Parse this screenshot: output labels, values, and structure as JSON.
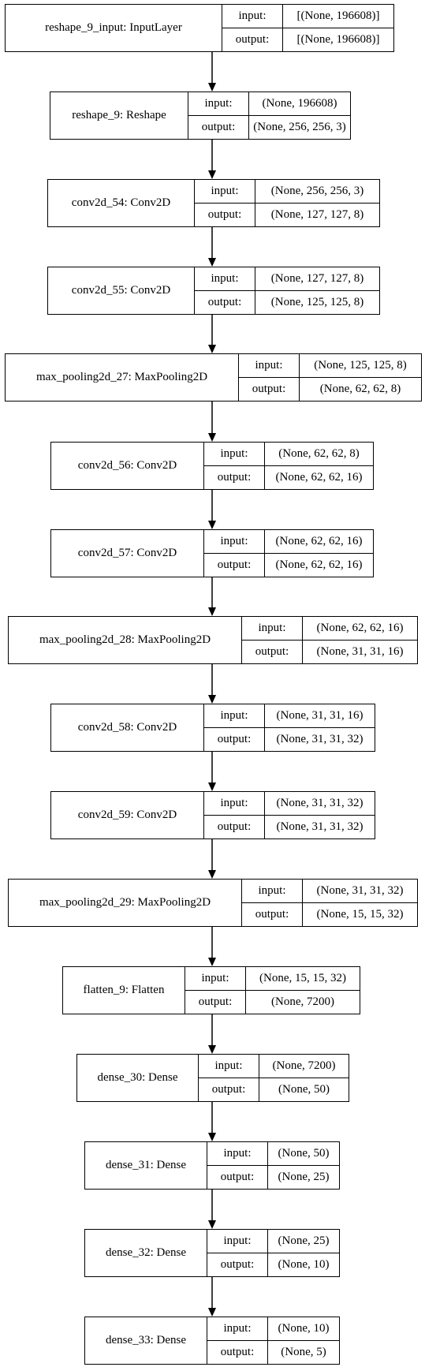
{
  "labels": {
    "input": "input:",
    "output": "output:"
  },
  "layers": [
    {
      "name": "reshape_9_input: InputLayer",
      "input": "[(None, 196608)]",
      "output": "[(None, 196608)]"
    },
    {
      "name": "reshape_9: Reshape",
      "input": "(None, 196608)",
      "output": "(None, 256, 256, 3)"
    },
    {
      "name": "conv2d_54: Conv2D",
      "input": "(None, 256, 256, 3)",
      "output": "(None, 127, 127, 8)"
    },
    {
      "name": "conv2d_55: Conv2D",
      "input": "(None, 127, 127, 8)",
      "output": "(None, 125, 125, 8)"
    },
    {
      "name": "max_pooling2d_27: MaxPooling2D",
      "input": "(None, 125, 125, 8)",
      "output": "(None, 62, 62, 8)"
    },
    {
      "name": "conv2d_56: Conv2D",
      "input": "(None, 62, 62, 8)",
      "output": "(None, 62, 62, 16)"
    },
    {
      "name": "conv2d_57: Conv2D",
      "input": "(None, 62, 62, 16)",
      "output": "(None, 62, 62, 16)"
    },
    {
      "name": "max_pooling2d_28: MaxPooling2D",
      "input": "(None, 62, 62, 16)",
      "output": "(None, 31, 31, 16)"
    },
    {
      "name": "conv2d_58: Conv2D",
      "input": "(None, 31, 31, 16)",
      "output": "(None, 31, 31, 32)"
    },
    {
      "name": "conv2d_59: Conv2D",
      "input": "(None, 31, 31, 32)",
      "output": "(None, 31, 31, 32)"
    },
    {
      "name": "max_pooling2d_29: MaxPooling2D",
      "input": "(None, 31, 31, 32)",
      "output": "(None, 15, 15, 32)"
    },
    {
      "name": "flatten_9: Flatten",
      "input": "(None, 15, 15, 32)",
      "output": "(None, 7200)"
    },
    {
      "name": "dense_30: Dense",
      "input": "(None, 7200)",
      "output": "(None, 50)"
    },
    {
      "name": "dense_31: Dense",
      "input": "(None, 50)",
      "output": "(None, 25)"
    },
    {
      "name": "dense_32: Dense",
      "input": "(None, 25)",
      "output": "(None, 10)"
    },
    {
      "name": "dense_33: Dense",
      "input": "(None, 10)",
      "output": "(None, 5)"
    }
  ]
}
